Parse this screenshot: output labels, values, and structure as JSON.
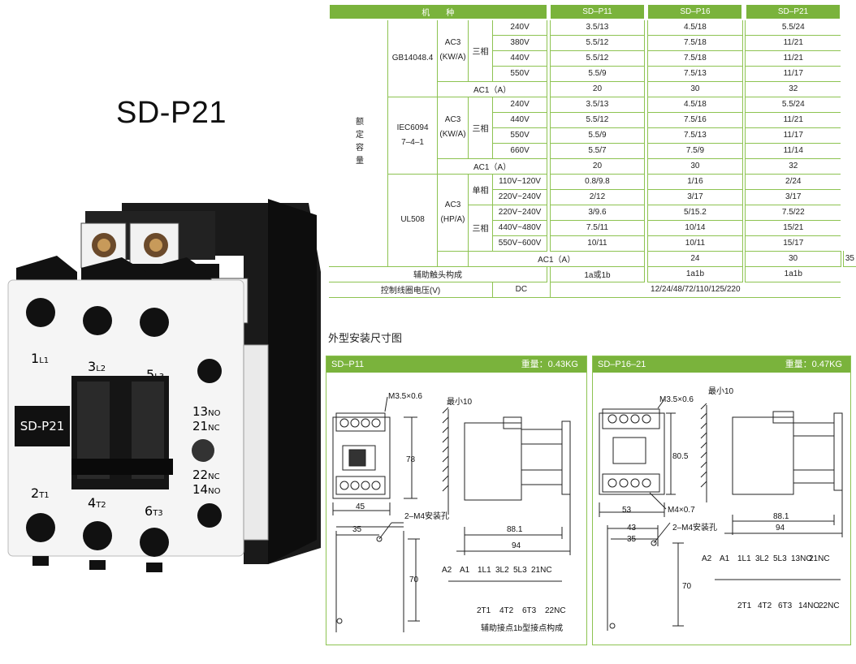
{
  "product": {
    "title": "SD-P21",
    "label_plate": "SD-P21",
    "terminals": {
      "t1": "1",
      "t1s": "L1",
      "t3": "3",
      "t3s": "L2",
      "t5": "5",
      "t5s": "L3",
      "t13": "13",
      "t13s": "NO",
      "t21": "21",
      "t21s": "NC",
      "t22": "22",
      "t22s": "NC",
      "t14": "14",
      "t14s": "NO",
      "t2": "2",
      "t2s": "T1",
      "t4": "4",
      "t4s": "T2",
      "t6": "6",
      "t6s": "T3",
      "coil_a1": "1",
      "coil_a2": "A2"
    }
  },
  "table": {
    "head": {
      "model": "机　　种",
      "p11": "SD–P11",
      "p16": "SD–P16",
      "p21": "SD–P21"
    },
    "rated_capacity": "额定容量",
    "gb": {
      "std": "GB14048.4",
      "ac3": "AC3\n(KW/A)",
      "phase": "三相",
      "rows": [
        {
          "v": "240V",
          "p11": "3.5/13",
          "p16": "4.5/18",
          "p21": "5.5/24"
        },
        {
          "v": "380V",
          "p11": "5.5/12",
          "p16": "7.5/18",
          "p21": "11/21"
        },
        {
          "v": "440V",
          "p11": "5.5/12",
          "p16": "7.5/18",
          "p21": "11/21"
        },
        {
          "v": "550V",
          "p11": "5.5/9",
          "p16": "7.5/13",
          "p21": "11/17"
        }
      ],
      "ac1": {
        "label": "AC1（A）",
        "p11": "20",
        "p16": "30",
        "p21": "32"
      }
    },
    "iec": {
      "std": "IEC6094\n7–4–1",
      "ac3": "AC3\n(KW/A)",
      "phase": "三相",
      "rows": [
        {
          "v": "240V",
          "p11": "3.5/13",
          "p16": "4.5/18",
          "p21": "5.5/24"
        },
        {
          "v": "440V",
          "p11": "5.5/12",
          "p16": "7.5/16",
          "p21": "11/21"
        },
        {
          "v": "550V",
          "p11": "5.5/9",
          "p16": "7.5/13",
          "p21": "11/17"
        },
        {
          "v": "660V",
          "p11": "5.5/7",
          "p16": "7.5/9",
          "p21": "11/14"
        }
      ],
      "ac1": {
        "label": "AC1（A）",
        "p11": "20",
        "p16": "30",
        "p21": "32"
      }
    },
    "ul": {
      "std": "UL508",
      "ac3": "AC3\n(HP/A)",
      "single": "单相",
      "three": "三相",
      "rows": [
        {
          "v": "110V~120V",
          "p11": "0.8/9.8",
          "p16": "1/16",
          "p21": "2/24"
        },
        {
          "v": "220V~240V",
          "p11": "2/12",
          "p16": "3/17",
          "p21": "3/17"
        },
        {
          "v": "220V~240V",
          "p11": "3/9.6",
          "p16": "5/15.2",
          "p21": "7.5/22"
        },
        {
          "v": "440V~480V",
          "p11": "7.5/11",
          "p16": "10/14",
          "p21": "15/21"
        },
        {
          "v": "550V~600V",
          "p11": "10/11",
          "p16": "10/11",
          "p21": "15/17"
        }
      ],
      "ac1": {
        "label": "AC1（A）",
        "p11": "24",
        "p16": "30",
        "p21": "35"
      }
    },
    "aux": {
      "label": "辅助触头构成",
      "p11": "1a或1b",
      "p16": "1a1b",
      "p21": "1a1b"
    },
    "coil": {
      "label": "控制线圈电压(V)",
      "type": "DC",
      "value": "12/24/48/72/110/125/220"
    }
  },
  "section_title": "外型安装尺寸图",
  "panels": {
    "p11": {
      "name": "SD–P11",
      "weight": "重量：0.43KG",
      "labels": {
        "screw": "M3.5×0.6",
        "min": "最小10",
        "h78": "78",
        "w45": "45",
        "w35": "35",
        "hole": "2–M4安装孔",
        "d881": "88.1",
        "d94": "94",
        "h70": "70",
        "caption": "辅助接点1b型接点构成"
      },
      "wiring_top": [
        "A2",
        "A1",
        "1L1",
        "3L2",
        "5L3",
        "21NC"
      ],
      "wiring_bottom": [
        "2T1",
        "4T2",
        "6T3",
        "22NC"
      ]
    },
    "p16": {
      "name": "SD–P16–21",
      "weight": "重量：0.47KG",
      "labels": {
        "screw": "M3.5×0.6",
        "min": "最小10",
        "h805": "80.5",
        "w53": "53",
        "w43": "43",
        "w35": "35",
        "m4": "M4×0.7",
        "hole": "2–M4安装孔",
        "d881": "88.1",
        "d94": "94",
        "h70": "70"
      },
      "wiring_top": [
        "A2",
        "A1",
        "1L1",
        "3L2",
        "5L3",
        "13NO",
        "21NC"
      ],
      "wiring_bottom": [
        "2T1",
        "4T2",
        "6T3",
        "14NO",
        "22NC"
      ]
    }
  },
  "colors": {
    "accent": "#7ab33c",
    "rule": "#8dc351"
  }
}
